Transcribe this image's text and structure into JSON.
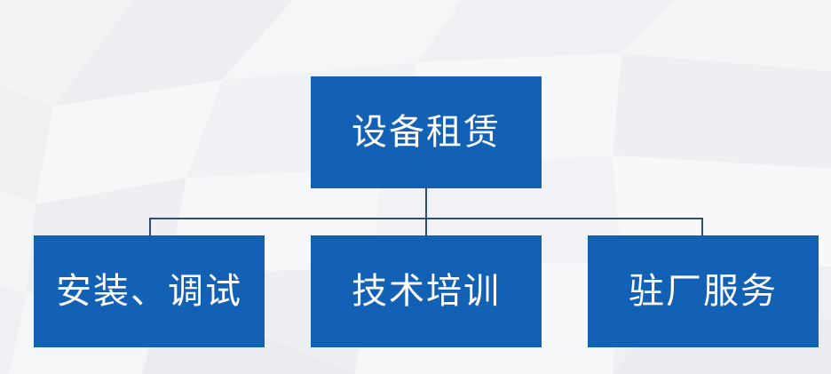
{
  "diagram": {
    "type": "org-chart",
    "background_color": "#ffffff",
    "node_color": "#1361b4",
    "node_text_color": "#ffffff",
    "connector_color": "#2d4f76",
    "root": {
      "label": "设备租赁"
    },
    "children": [
      {
        "label": "安装、调试"
      },
      {
        "label": "技术培训"
      },
      {
        "label": "驻厂服务"
      }
    ]
  }
}
